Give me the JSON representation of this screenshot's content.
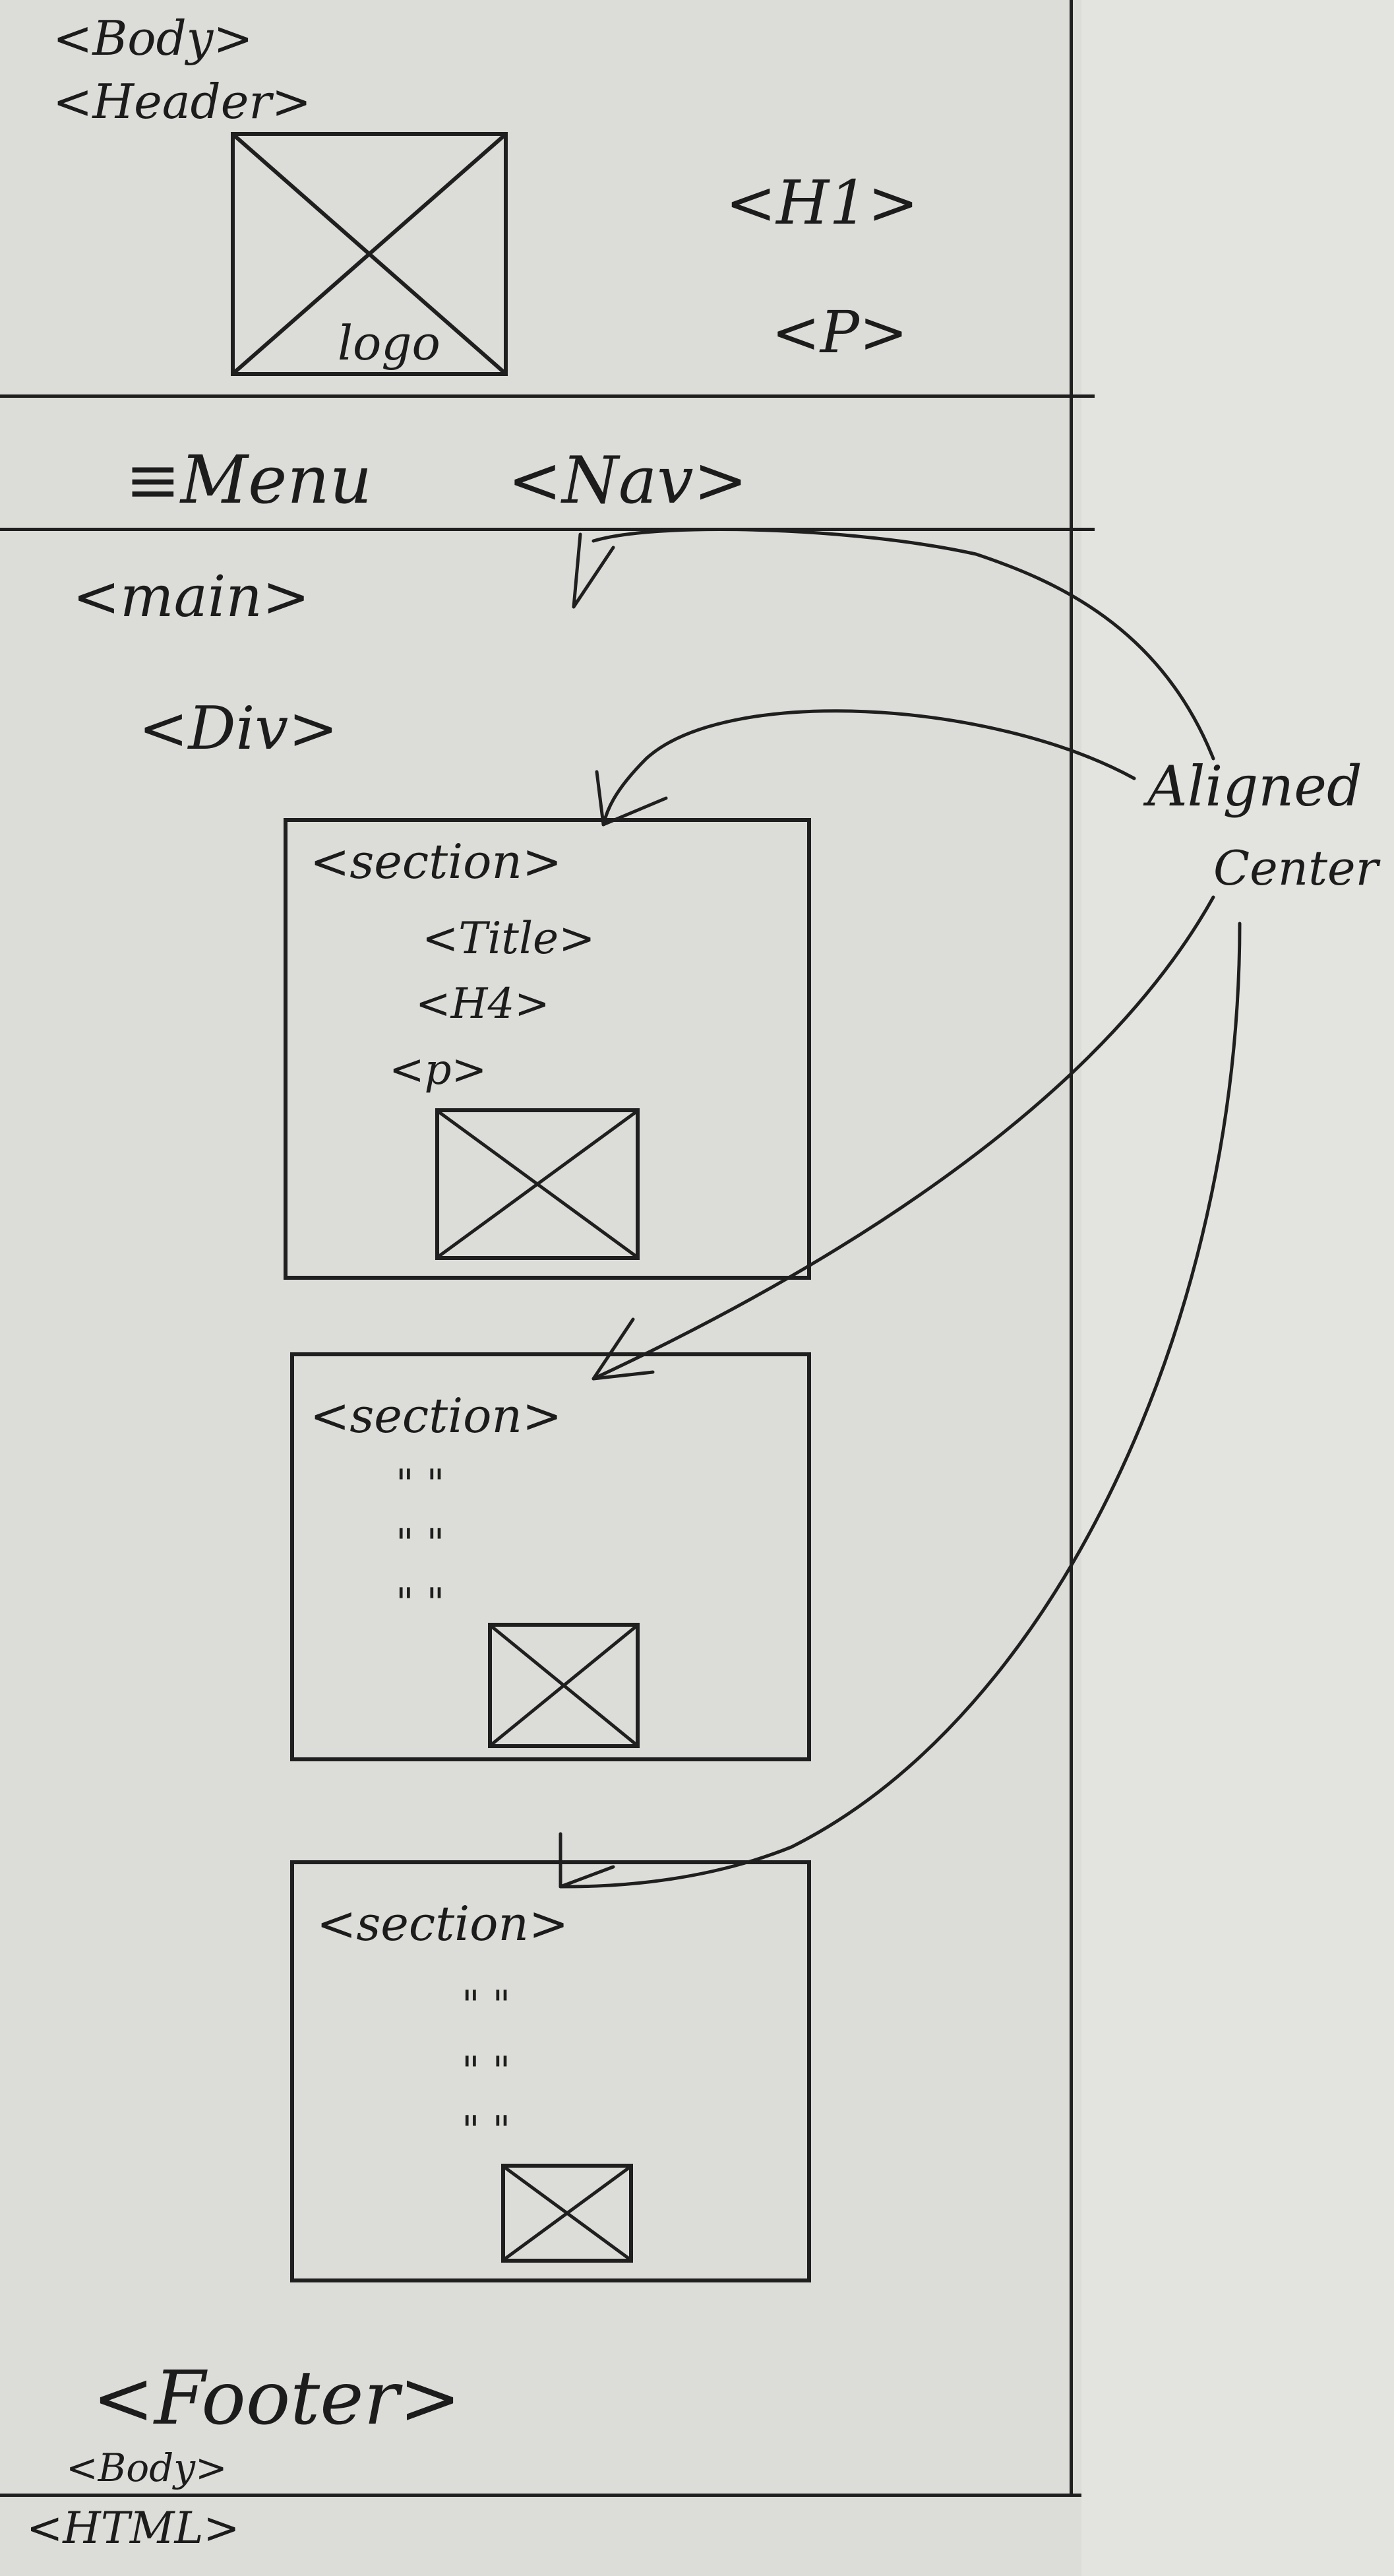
{
  "labels": {
    "body_open": "<Body>",
    "header": "<Header>",
    "logo": "logo",
    "h1": "<H1>",
    "p_header": "<P>",
    "menu": "≡Menu",
    "nav": "<Nav>",
    "main": "<main>",
    "div": "<Div>",
    "footer": "<Footer>",
    "body_close": "<Body>",
    "html_close": "<HTML>",
    "aligned": "Aligned",
    "center": "Center"
  },
  "sections": [
    {
      "tag": "<section>",
      "lines": [
        "<Title>",
        "<H4>",
        "<p>"
      ]
    },
    {
      "tag": "<section>",
      "lines": [
        "\"   \"",
        "\"   \"",
        "\"   \""
      ]
    },
    {
      "tag": "<section>",
      "lines": [
        "\"    \"",
        "\"    \"",
        "\"    \""
      ]
    }
  ],
  "colors": {
    "ink": "#1f1f1f",
    "paper": "#dcdcd8"
  }
}
